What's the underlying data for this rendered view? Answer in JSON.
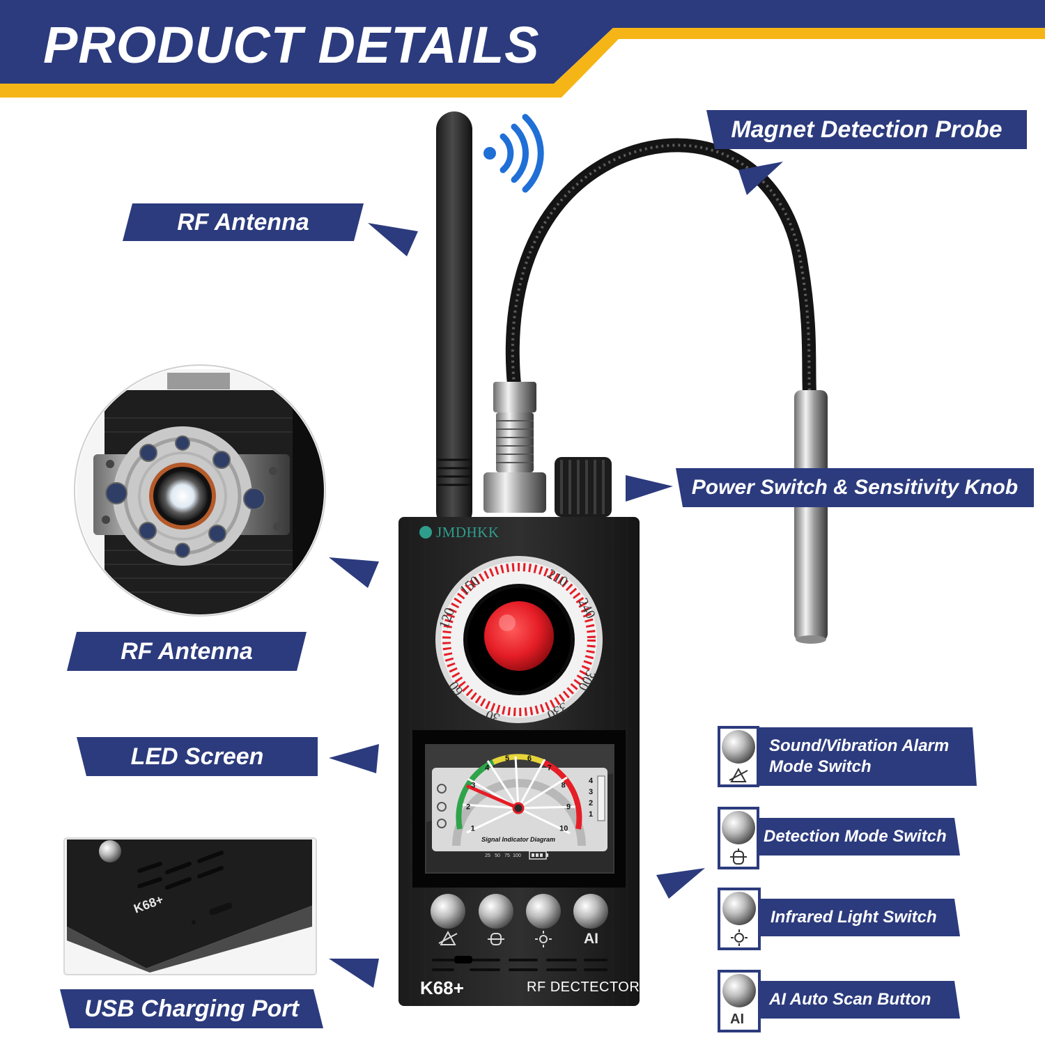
{
  "header": {
    "title": "PRODUCT DETAILS"
  },
  "colors": {
    "navy": "#2c3b7d",
    "gold": "#f6b516",
    "red": "#e51d26"
  },
  "labels": {
    "rf_antenna_top": "RF Antenna",
    "magnet_probe": "Magnet Detection Probe",
    "power_knob": "Power Switch & Sensitivity Knob",
    "rf_antenna_mid": "RF Antenna",
    "led_screen": "LED Screen",
    "usb_port": "USB Charging Port"
  },
  "controls": [
    {
      "label_line1": "Sound/Vibration Alarm",
      "label_line2": "Mode Switch",
      "icon": "bell-slash-icon"
    },
    {
      "label_line1": "Detection Mode Switch",
      "label_line2": "",
      "icon": "bug-icon"
    },
    {
      "label_line1": "Infrared Light Switch",
      "label_line2": "",
      "icon": "sun-icon"
    },
    {
      "label_line1": "AI Auto Scan Button",
      "label_line2": "",
      "icon": "ai-text-icon",
      "icon_text": "AI"
    }
  ],
  "device": {
    "brand": "JMDHKK",
    "model": "K68+",
    "subtitle": "RF DECTECTOR",
    "button_ai_label": "AI",
    "dial_numbers": [
      "30",
      "60",
      "120",
      "150",
      "210",
      "240",
      "300",
      "330"
    ],
    "screen": {
      "caption": "Signal Indicator Diagram",
      "gauge_numbers": [
        "1",
        "2",
        "3",
        "4",
        "5",
        "6",
        "7",
        "8",
        "9",
        "10"
      ],
      "side_numbers": [
        "4",
        "3",
        "2",
        "1"
      ],
      "scale_values": [
        "25",
        "50",
        "75",
        "100"
      ]
    }
  },
  "usb_photo": {
    "model": "K68+"
  }
}
